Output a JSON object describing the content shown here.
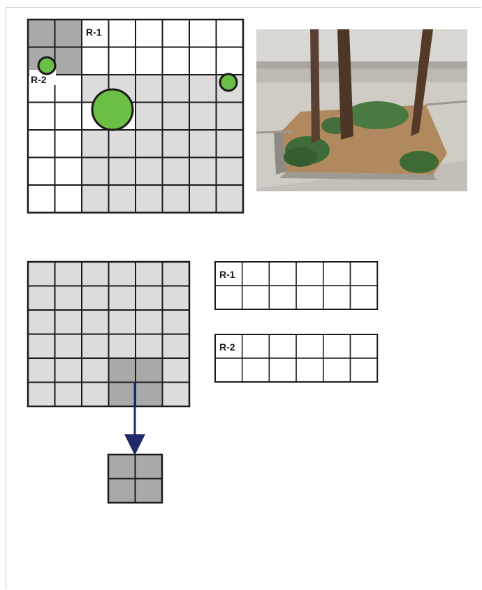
{
  "labels": {
    "region_1": "R-1",
    "region_2": "R-2",
    "table_region_1": "R-1",
    "table_region_2": "R-2"
  },
  "colors": {
    "light_cell": "#dcdcdc",
    "dark_cell": "#a9a9a9",
    "empty_cell": "#ffffff",
    "tree_crown": "#6bbf45",
    "grid_line": "#1a1a1a",
    "arrow": "#1f2a6b"
  },
  "top_grid": {
    "rows": 7,
    "cols": 8,
    "cells": [
      [
        "dark",
        "dark",
        "white",
        "white",
        "white",
        "white",
        "white",
        "white"
      ],
      [
        "dark",
        "dark",
        "white",
        "white",
        "white",
        "white",
        "white",
        "white"
      ],
      [
        "white",
        "white",
        "light",
        "light",
        "light",
        "light",
        "light",
        "light"
      ],
      [
        "white",
        "white",
        "white",
        "white",
        "light",
        "light",
        "light",
        "light"
      ],
      [
        "white",
        "white",
        "light",
        "light",
        "light",
        "light",
        "light",
        "light"
      ],
      [
        "white",
        "white",
        "light",
        "light",
        "light",
        "light",
        "light",
        "light"
      ],
      [
        "white",
        "white",
        "light",
        "light",
        "light",
        "light",
        "light",
        "light"
      ]
    ]
  },
  "bottom_grid": {
    "rows": 6,
    "cols": 6,
    "highlight": {
      "row": 4,
      "col": 3,
      "size": 2
    }
  },
  "result_block": {
    "rows": 2,
    "cols": 2
  },
  "region_tables": {
    "rows": 2,
    "cols": 6
  },
  "photo": {
    "icon": "tree-planter-photo"
  }
}
